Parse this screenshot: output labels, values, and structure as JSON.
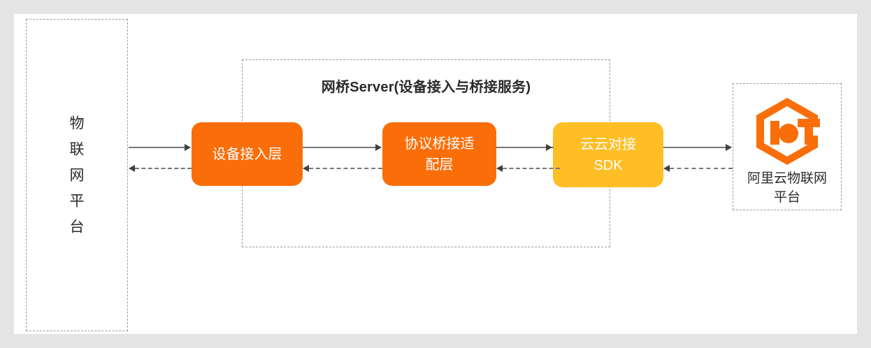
{
  "diagram": {
    "background_color": "#e4e4e4",
    "canvas_color": "#ffffff",
    "accent_orange": "#fa6e09",
    "accent_yellow": "#ffbe26",
    "line_color": "#777777"
  },
  "left_container": {
    "label": "物\n联\n网\n平\n台",
    "style": "dashed"
  },
  "bridge_container": {
    "title": "网桥Server(设备接入与桥接服务)",
    "style": "dashed"
  },
  "nodes": [
    {
      "id": "device-access",
      "label": "设备接入层",
      "color": "#fa6e09"
    },
    {
      "id": "protocol-bridge",
      "label": "协议桥接适\n配层",
      "color": "#fa6e09"
    },
    {
      "id": "cloud-sdk",
      "label": "云云对接\nSDK",
      "color": "#ffbe26"
    }
  ],
  "right_container": {
    "logo_name": "iot-hexagon-logo",
    "logo_text": "IoT",
    "label": "阿里云物联网\n平台",
    "style": "dashed"
  },
  "connectors": [
    {
      "id": "c1-forward",
      "from": "物联网平台",
      "to": "设备接入层",
      "style": "solid",
      "direction": "right"
    },
    {
      "id": "c1-return",
      "from": "设备接入层",
      "to": "物联网平台",
      "style": "dashed",
      "direction": "left"
    },
    {
      "id": "c2-forward",
      "from": "设备接入层",
      "to": "协议桥接适配层",
      "style": "solid",
      "direction": "right"
    },
    {
      "id": "c2-return",
      "from": "协议桥接适配层",
      "to": "设备接入层",
      "style": "dashed",
      "direction": "left"
    },
    {
      "id": "c3-forward",
      "from": "协议桥接适配层",
      "to": "云云对接SDK",
      "style": "solid",
      "direction": "right"
    },
    {
      "id": "c3-return",
      "from": "云云对接SDK",
      "to": "协议桥接适配层",
      "style": "dashed",
      "direction": "left"
    },
    {
      "id": "c4-forward",
      "from": "云云对接SDK",
      "to": "阿里云物联网平台",
      "style": "solid",
      "direction": "right"
    },
    {
      "id": "c4-return",
      "from": "阿里云物联网平台",
      "to": "云云对接SDK",
      "style": "dashed",
      "direction": "left"
    }
  ]
}
